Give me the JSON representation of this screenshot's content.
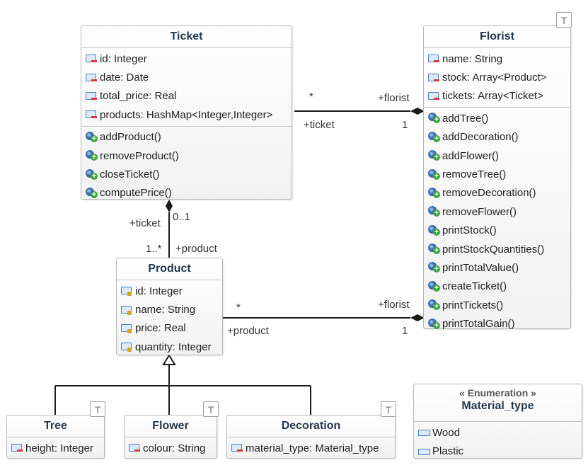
{
  "ticket": {
    "name": "Ticket",
    "attributes": [
      "id: Integer",
      "date: Date",
      "total_price: Real",
      "products: HashMap<Integer,Integer>"
    ],
    "operations": [
      "addProduct()",
      "removeProduct()",
      "closeTicket()",
      "computePrice()"
    ]
  },
  "florist": {
    "name": "Florist",
    "badge": "T",
    "attributes": [
      "name: String",
      "stock: Array<Product>",
      "tickets: Array<Ticket>"
    ],
    "operations": [
      "addTree()",
      "addDecoration()",
      "addFlower()",
      "removeTree()",
      "removeDecoration()",
      "removeFlower()",
      "printStock()",
      "printStockQuantities()",
      "printTotalValue()",
      "createTicket()",
      "printTickets()",
      "printTotalGain()"
    ]
  },
  "product": {
    "name": "Product",
    "attributes": [
      "id: Integer",
      "name: String",
      "price: Real",
      "quantity: Integer"
    ]
  },
  "tree": {
    "name": "Tree",
    "badge": "T",
    "attributes": [
      "height: Integer"
    ]
  },
  "flower": {
    "name": "Flower",
    "badge": "T",
    "attributes": [
      "colour: String"
    ]
  },
  "decoration": {
    "name": "Decoration",
    "badge": "T",
    "attributes": [
      "material_type: Material_type"
    ]
  },
  "material_type": {
    "stereotype": "« Enumeration »",
    "name": "Material_type",
    "literals": [
      "Wood",
      "Plastic"
    ]
  },
  "associations": {
    "ticket_florist": {
      "ticket_end_mult": "*",
      "ticket_end_role": "+ticket",
      "florist_end_role": "+florist",
      "florist_end_mult": "1"
    },
    "ticket_product": {
      "ticket_end_role": "+ticket",
      "ticket_end_mult": "0..1",
      "product_end_mult": "1..*",
      "product_end_role": "+product"
    },
    "product_florist": {
      "product_end_mult": "*",
      "product_end_role": "+product",
      "florist_end_role": "+florist",
      "florist_end_mult": "1"
    }
  }
}
